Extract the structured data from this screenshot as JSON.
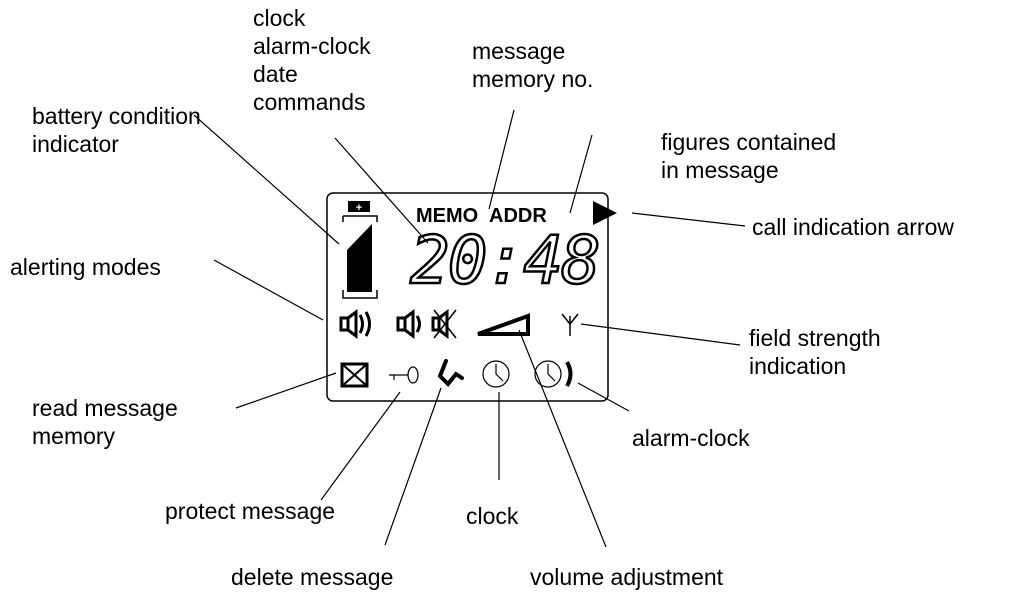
{
  "display": {
    "memo_label": "MEMO",
    "addr_label": "ADDR",
    "time_digits": "20:48",
    "battery_plus": "+"
  },
  "labels": {
    "clock_functions": [
      "clock",
      "alarm-clock",
      "date",
      "commands"
    ],
    "message_memory_no": [
      "message",
      "memory no."
    ],
    "battery_condition": [
      "battery condition",
      "indicator"
    ],
    "figures_contained": [
      "figures contained",
      "in message"
    ],
    "call_indication_arrow": "call indication arrow",
    "alerting_modes": "alerting modes",
    "field_strength": [
      "field strength",
      "indication"
    ],
    "read_message_memory": [
      "read message",
      "memory"
    ],
    "alarm_clock": "alarm-clock",
    "protect_message": "protect message",
    "clock": "clock",
    "delete_message": "delete message",
    "volume_adjustment": "volume adjustment"
  },
  "icons": {
    "battery": "battery-icon",
    "call_arrow": "call-arrow-icon",
    "speaker_loud": "speaker-loud-icon",
    "speaker_soft": "speaker-soft-icon",
    "speaker_muted": "speaker-muted-icon",
    "volume_wedge": "volume-wedge-icon",
    "antenna": "antenna-icon",
    "envelope": "envelope-icon",
    "key": "key-icon",
    "delete": "delete-icon",
    "clock": "clock-icon",
    "alarm_clock": "alarm-clock-icon"
  }
}
